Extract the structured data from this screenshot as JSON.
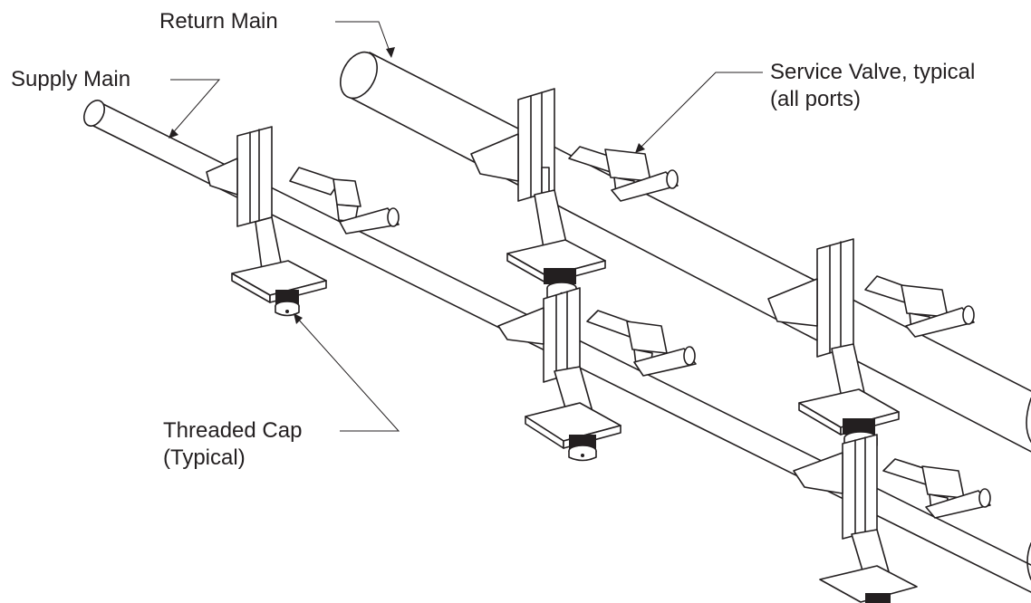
{
  "labels": {
    "return_main": "Return Main",
    "supply_main": "Supply Main",
    "service_valve_line1": "Service Valve, typical",
    "service_valve_line2": "(all ports)",
    "threaded_cap_line1": "Threaded Cap",
    "threaded_cap_line2": "(Typical)"
  },
  "colors": {
    "line": "#231f20",
    "background": "#ffffff"
  }
}
